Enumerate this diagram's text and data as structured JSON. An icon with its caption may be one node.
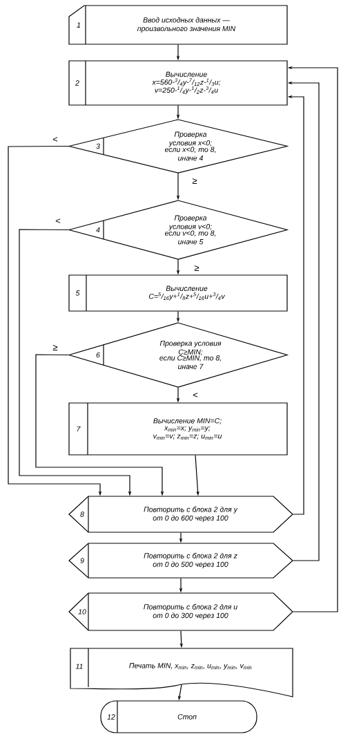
{
  "diagram": {
    "nodes": [
      {
        "text": [
          "1",
          "Ввод исходных данных — произвольного значения MIN"
        ]
      },
      {
        "text": [
          "2",
          "Вычисление",
          "x=560-$^{3}$/$_{4}$y-$^{7}$/$_{12}$z-$^{1}$/$_{3}$u;",
          "v=250-$^{1}$/$_{4}$y-$^{1}$/$_{2}$z-$^{3}$/$_{4}$u"
        ]
      },
      {
        "text": [
          "3",
          "Проверка условия x<0;",
          "если x<0, то 8, иначе 4"
        ]
      },
      {
        "text": [
          "4",
          "Проверка условия v<0;",
          "если v<0, то 8, иначе 5"
        ]
      },
      {
        "text": [
          "5",
          "Вычисление",
          "C=$^{5}$/$_{16}$y+$^{1}$/$_{8}$z+$^{5}$/$_{16}$u+$^{3}$/$_{4}$v"
        ]
      },
      {
        "text": [
          "6",
          "Проверка условия C≥MIN;",
          "если C≥MIN, то 8, иначе 7"
        ]
      },
      {
        "text": [
          "7",
          "Вычисление MIN=C;",
          "x$_{min}$=x; y$_{min}$=y;",
          "v$_{min}$=v; z$_{min}$=z; u$_{min}$=u"
        ]
      },
      {
        "text": [
          "8",
          "Повторить с блока 2 для y от 0 до 600 через 100"
        ]
      },
      {
        "text": [
          "9",
          "Повторить с блока 2 для z от 0 до 500 через 100"
        ]
      },
      {
        "text": [
          "10",
          "Повторить с блока 2 для u от 0 до 300 через 100"
        ]
      },
      {
        "text": [
          "11",
          "Печать MIN, x$_{min}$, z$_{min}$, u$_{min}$, y$_{min}$, v$_{min}$"
        ]
      },
      {
        "text": [
          "12",
          "Стоп"
        ]
      }
    ],
    "edges": [
      {
        "from": 0,
        "to": 1,
        "arrow": "to"
      },
      {
        "from": 1,
        "to": 2,
        "arrow": "to"
      },
      {
        "from": 2,
        "to": 3,
        "arrow": "to",
        "label": "≥"
      },
      {
        "from": 2,
        "to": 7,
        "arrow": "to",
        "label": "<"
      },
      {
        "from": 3,
        "to": 4,
        "arrow": "to",
        "label": "≥"
      },
      {
        "from": 3,
        "to": 7,
        "arrow": "to",
        "label": "<"
      },
      {
        "from": 4,
        "to": 5,
        "arrow": "to"
      },
      {
        "from": 5,
        "to": 6,
        "arrow": "to",
        "label": "<"
      },
      {
        "from": 5,
        "to": 7,
        "arrow": "to",
        "label": "≥"
      },
      {
        "from": 6,
        "to": 7,
        "arrow": "to"
      },
      {
        "from": 7,
        "to": 1,
        "arrow": "to"
      },
      {
        "from": 7,
        "to": 8,
        "arrow": "to"
      },
      {
        "from": 8,
        "to": 1,
        "arrow": "to"
      },
      {
        "from": 8,
        "to": 9,
        "arrow": "to"
      },
      {
        "from": 9,
        "to": 1,
        "arrow": "to"
      },
      {
        "from": 9,
        "to": 10,
        "arrow": "to"
      },
      {
        "from": 10,
        "to": 11,
        "arrow": "to"
      }
    ]
  }
}
